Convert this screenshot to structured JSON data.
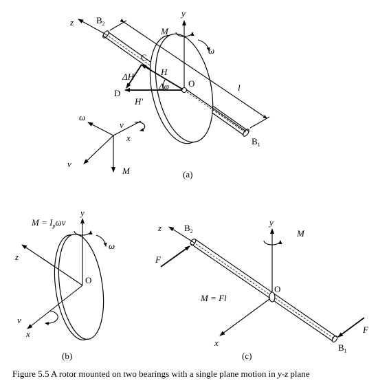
{
  "figure_a": {
    "panel_label": "(a)",
    "z": "z",
    "y": "y",
    "x": "x",
    "B2": "B",
    "B2_sub": "2",
    "B1": "B",
    "B1_sub": "1",
    "M": "M",
    "omega": "ω",
    "C": "C",
    "D": "D",
    "O": "O",
    "H": "H",
    "dH": "ΔH",
    "Hp": "H′",
    "dphi": "Δφ",
    "l": "l",
    "omega_small": "ω",
    "v_small": "v",
    "v_big": "v",
    "M_small": "M"
  },
  "figure_b": {
    "panel_label": "(b)",
    "M_eq": "M = I",
    "M_eq_sub": "p",
    "M_eq_end": "ωv",
    "y": "y",
    "z": "z",
    "x": "x",
    "v": "v",
    "omega": "ω",
    "O": "O"
  },
  "figure_c": {
    "panel_label": "(c)",
    "z": "z",
    "y": "y",
    "x": "x",
    "B2": "B",
    "B2_sub": "2",
    "B1": "B",
    "B1_sub": "1",
    "M": "M",
    "F_left": "F",
    "F_right": "F",
    "M_eq": "M = Fl",
    "O": "O"
  },
  "caption": {
    "prefix": "Figure 5.5 A rotor mounted on two bearings with a single plane motion in ",
    "plane": "y-z",
    "suffix": " plane"
  }
}
